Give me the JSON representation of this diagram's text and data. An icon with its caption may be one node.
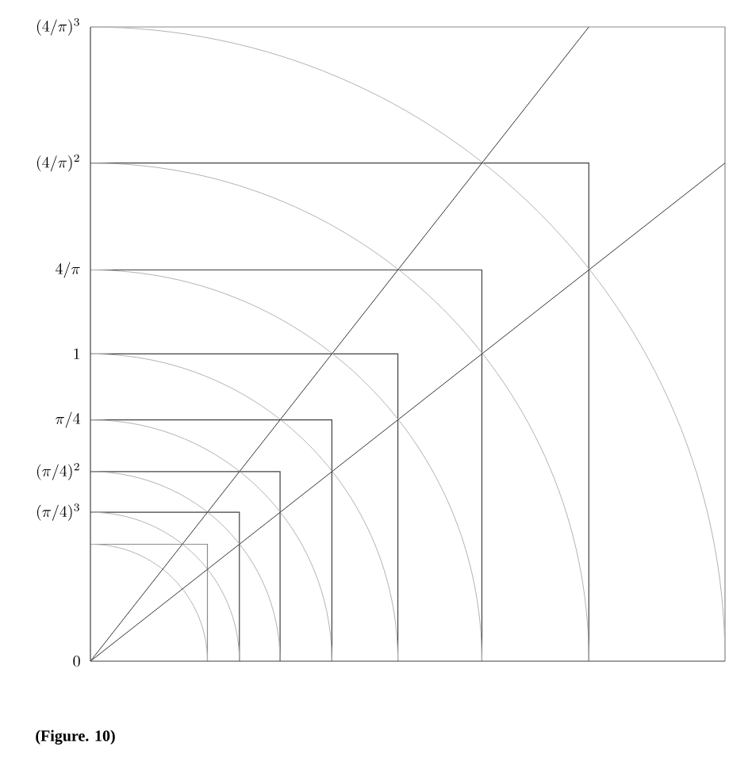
{
  "diagram": {
    "caption": "(Figure. 10)",
    "labels": [
      "(4/\\pi)^3",
      "(4/\\pi)^2",
      "4/\\pi",
      "1",
      "\\pi/4",
      "(\\pi/4)^2",
      "(\\pi/4)^3",
      "0"
    ]
  }
}
